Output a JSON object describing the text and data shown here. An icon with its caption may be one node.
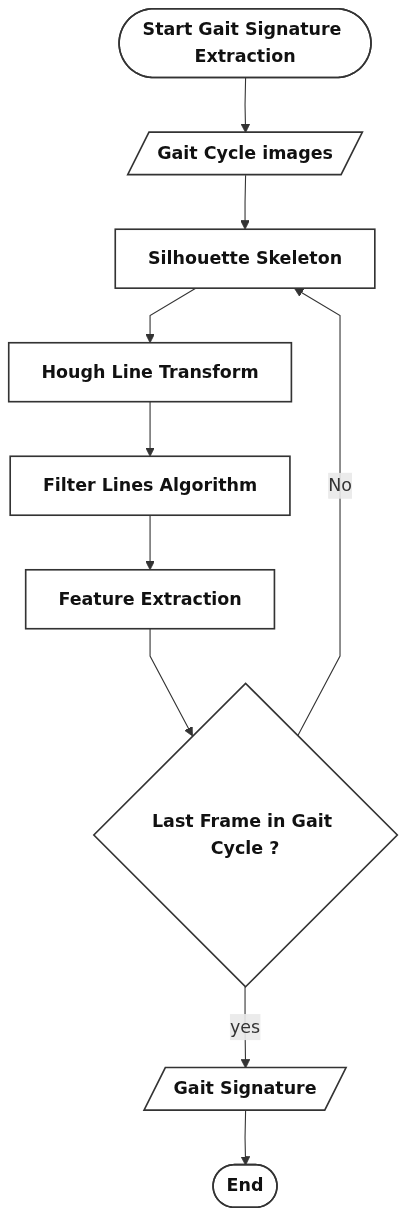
{
  "diagram": {
    "nodes": [
      {
        "text": [
          "Start Gait Signature Extraction"
        ]
      },
      {
        "text": [
          "Gait Cycle images"
        ]
      },
      {
        "text": [
          "Silhouette Skeleton"
        ]
      },
      {
        "text": [
          "Hough Line Transform"
        ]
      },
      {
        "text": [
          "Filter Lines Algorithm"
        ]
      },
      {
        "text": [
          "Feature Extraction"
        ]
      },
      {
        "text": [
          "Last Frame in Gait Cycle ?"
        ]
      },
      {
        "text": [
          "Gait Signature"
        ]
      },
      {
        "text": [
          "End"
        ]
      }
    ],
    "edges": [
      {
        "from": 0,
        "to": 1,
        "arrow": "to"
      },
      {
        "from": 1,
        "to": 2,
        "arrow": "to"
      },
      {
        "from": 2,
        "to": 3,
        "arrow": "to"
      },
      {
        "from": 3,
        "to": 4,
        "arrow": "to"
      },
      {
        "from": 4,
        "to": 5,
        "arrow": "to"
      },
      {
        "from": 5,
        "to": 6,
        "arrow": "to"
      },
      {
        "from": 6,
        "to": 2,
        "arrow": "to",
        "label": "No"
      },
      {
        "from": 6,
        "to": 7,
        "arrow": "to",
        "label": "yes"
      },
      {
        "from": 7,
        "to": 8,
        "arrow": "to"
      }
    ]
  }
}
